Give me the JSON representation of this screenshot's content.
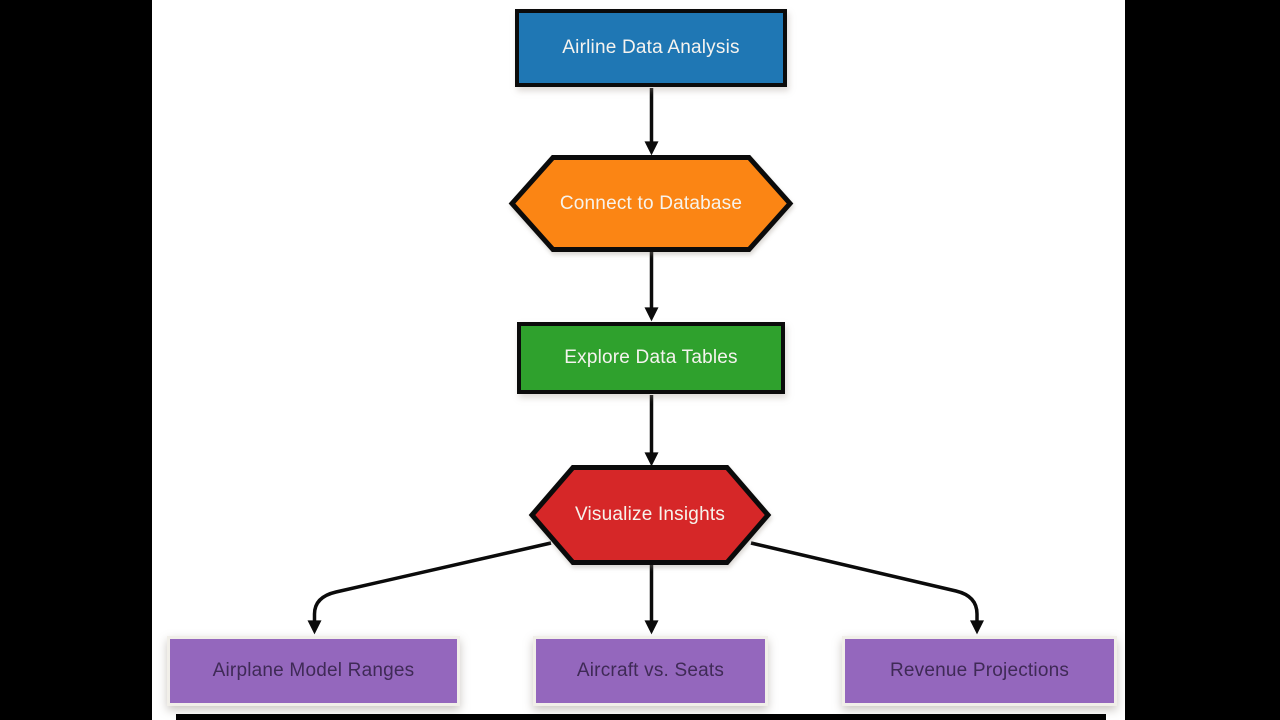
{
  "frame": {
    "letterbox_color": "#000000",
    "slide_background": "#ffffff",
    "edge_color": "#0b0b0b"
  },
  "flowchart": {
    "nodes": [
      {
        "label": "Airline Data Analysis",
        "shape": "rectangle",
        "fill": "#1f77b4",
        "text_color": "#f5f3ef"
      },
      {
        "label": "Connect to Database",
        "shape": "hexagon",
        "fill": "#fb8514",
        "text_color": "#f7f3ec"
      },
      {
        "label": "Explore Data Tables",
        "shape": "rectangle",
        "fill": "#2fa12d",
        "text_color": "#f5f3ef"
      },
      {
        "label": "Visualize Insights",
        "shape": "hexagon",
        "fill": "#d62728",
        "text_color": "#f7f3ec"
      },
      {
        "label": "Airplane Model Ranges",
        "shape": "rectangle",
        "fill": "#9467bd",
        "text_color": "#3f2a56"
      },
      {
        "label": "Aircraft vs. Seats",
        "shape": "rectangle",
        "fill": "#9467bd",
        "text_color": "#3f2a56"
      },
      {
        "label": "Revenue Projections",
        "shape": "rectangle",
        "fill": "#9467bd",
        "text_color": "#3f2a56"
      }
    ],
    "edges": [
      {
        "from": "Airline Data Analysis",
        "to": "Connect to Database"
      },
      {
        "from": "Connect to Database",
        "to": "Explore Data Tables"
      },
      {
        "from": "Explore Data Tables",
        "to": "Visualize Insights"
      },
      {
        "from": "Visualize Insights",
        "to": "Airplane Model Ranges"
      },
      {
        "from": "Visualize Insights",
        "to": "Aircraft vs. Seats"
      },
      {
        "from": "Visualize Insights",
        "to": "Revenue Projections"
      }
    ]
  }
}
